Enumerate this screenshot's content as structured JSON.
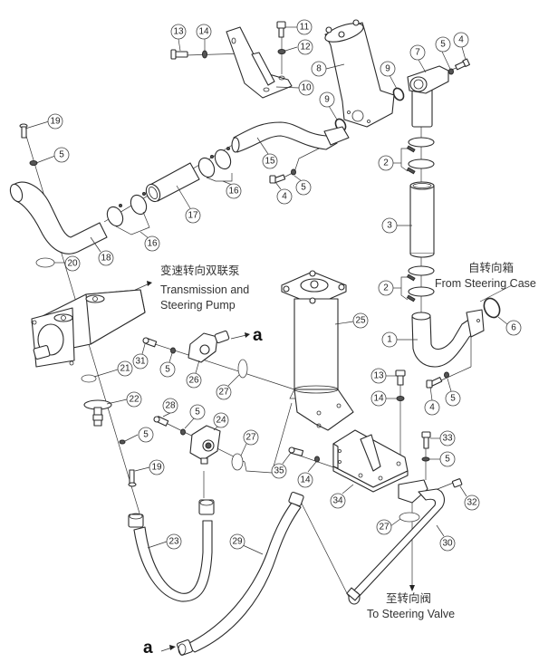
{
  "diagram": {
    "title": "Steering hydraulic piping exploded view",
    "labels": {
      "pump_cn": "变速转向双联泵",
      "pump_en_line1": "Transmission and",
      "pump_en_line2": "Steering Pump",
      "from_case_cn": "自转向箱",
      "from_case_en": "From Steering Case",
      "to_valve_cn": "至转向阀",
      "to_valve_en": "To Steering Valve",
      "connection_a_top": "a",
      "connection_a_bottom": "a"
    },
    "callouts": [
      {
        "id": "c13a",
        "num": "13",
        "part": "bolt"
      },
      {
        "id": "c14a",
        "num": "14",
        "part": "washer"
      },
      {
        "id": "c11",
        "num": "11",
        "part": "bolt"
      },
      {
        "id": "c12",
        "num": "12",
        "part": "washer"
      },
      {
        "id": "c10",
        "num": "10",
        "part": "bracket"
      },
      {
        "id": "c8",
        "num": "8",
        "part": "filter housing"
      },
      {
        "id": "c9a",
        "num": "9",
        "part": "o-ring"
      },
      {
        "id": "c9b",
        "num": "9",
        "part": "o-ring"
      },
      {
        "id": "c7",
        "num": "7",
        "part": "elbow flange"
      },
      {
        "id": "c5a",
        "num": "5",
        "part": "washer"
      },
      {
        "id": "c4a",
        "num": "4",
        "part": "bolt"
      },
      {
        "id": "c19a",
        "num": "19",
        "part": "bolt"
      },
      {
        "id": "c5b",
        "num": "5",
        "part": "washer"
      },
      {
        "id": "c15",
        "num": "15",
        "part": "pipe"
      },
      {
        "id": "c16a",
        "num": "16",
        "part": "hose clamps"
      },
      {
        "id": "c17",
        "num": "17",
        "part": "hose"
      },
      {
        "id": "c4b",
        "num": "4",
        "part": "bolt"
      },
      {
        "id": "c5c",
        "num": "5",
        "part": "washer"
      },
      {
        "id": "c2a",
        "num": "2",
        "part": "hose clamps"
      },
      {
        "id": "c3",
        "num": "3",
        "part": "hose"
      },
      {
        "id": "c16b",
        "num": "16",
        "part": "hose clamps"
      },
      {
        "id": "c18",
        "num": "18",
        "part": "pipe"
      },
      {
        "id": "c20",
        "num": "20",
        "part": "o-ring"
      },
      {
        "id": "c2b",
        "num": "2",
        "part": "hose clamps"
      },
      {
        "id": "c6",
        "num": "6",
        "part": "o-ring"
      },
      {
        "id": "c25",
        "num": "25",
        "part": "filter"
      },
      {
        "id": "c1",
        "num": "1",
        "part": "suction pipe"
      },
      {
        "id": "c31",
        "num": "31",
        "part": "bolt"
      },
      {
        "id": "c5d",
        "num": "5",
        "part": "washer"
      },
      {
        "id": "c26",
        "num": "26",
        "part": "flange"
      },
      {
        "id": "c27a",
        "num": "27",
        "part": "o-ring"
      },
      {
        "id": "c21",
        "num": "21",
        "part": "o-ring"
      },
      {
        "id": "c13b",
        "num": "13",
        "part": "bolt"
      },
      {
        "id": "c14b",
        "num": "14",
        "part": "washer"
      },
      {
        "id": "c4c",
        "num": "4",
        "part": "bolt"
      },
      {
        "id": "c5e",
        "num": "5",
        "part": "washer"
      },
      {
        "id": "c22",
        "num": "22",
        "part": "flange fitting"
      },
      {
        "id": "c28",
        "num": "28",
        "part": "bolt"
      },
      {
        "id": "c5f",
        "num": "5",
        "part": "washer"
      },
      {
        "id": "c24",
        "num": "24",
        "part": "flange"
      },
      {
        "id": "c27b",
        "num": "27",
        "part": "o-ring"
      },
      {
        "id": "c5g",
        "num": "5",
        "part": "washer"
      },
      {
        "id": "c33",
        "num": "33",
        "part": "bolt"
      },
      {
        "id": "c5h",
        "num": "5",
        "part": "washer"
      },
      {
        "id": "c19b",
        "num": "19",
        "part": "bolt"
      },
      {
        "id": "c35",
        "num": "35",
        "part": "bolt"
      },
      {
        "id": "c14c",
        "num": "14",
        "part": "washer"
      },
      {
        "id": "c34",
        "num": "34",
        "part": "bracket"
      },
      {
        "id": "c32",
        "num": "32",
        "part": "plug"
      },
      {
        "id": "c27c",
        "num": "27",
        "part": "o-ring"
      },
      {
        "id": "c30",
        "num": "30",
        "part": "pipe"
      },
      {
        "id": "c23",
        "num": "23",
        "part": "hose"
      },
      {
        "id": "c29",
        "num": "29",
        "part": "hose"
      }
    ]
  }
}
